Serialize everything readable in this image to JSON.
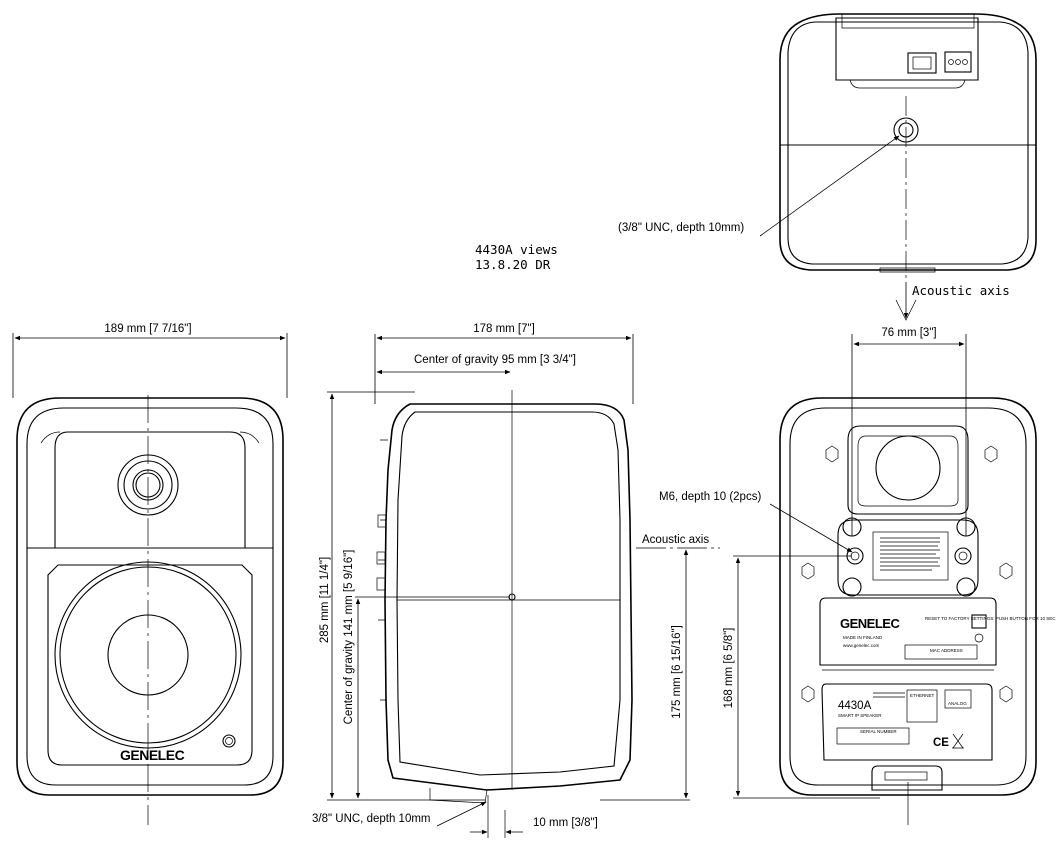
{
  "title_block": {
    "model": "4430A views",
    "date": "13.8.20 DR"
  },
  "brand": "GENELEC",
  "front_view": {
    "width_label": "189 mm [7 7/16\"]"
  },
  "side_view": {
    "depth_label": "178 mm [7\"]",
    "cog_horizontal": "Center of gravity 95 mm [3 3/4\"]",
    "height_label": "285 mm [11 1/4\"]",
    "cog_vertical": "Center of gravity 141 mm [5 9/16\"]",
    "acoustic_axis": "Acoustic axis",
    "axis_height_label": "175 mm [6 15/16\"]",
    "thread_label": "3/8\" UNC, depth 10mm",
    "offset_label": "10 mm [3/8\"]"
  },
  "top_view": {
    "thread_label": "(3/8\" UNC, depth 10mm)",
    "acoustic_axis": "Acoustic axis"
  },
  "rear_view": {
    "spacing_label": "76 mm [3\"]",
    "m6_label": "M6, depth 10 (2pcs)",
    "axis_height_label": "168 mm [6 5/8\"]",
    "model": "4430A",
    "model_sub": "SMART IP SPEAKER",
    "made_in": "MADE IN FINLAND",
    "website": "www.genelec.com",
    "reset_text": "RESET TO FACTORY SETTINGS: PUSH BUTTON FOR 10 SEC",
    "mac_label": "MAC ADDRESS",
    "ethernet_label": "ETHERNET",
    "analog_label": "ANALOG",
    "serial_label": "SERIAL NUMBER",
    "ce_mark": "CE"
  }
}
